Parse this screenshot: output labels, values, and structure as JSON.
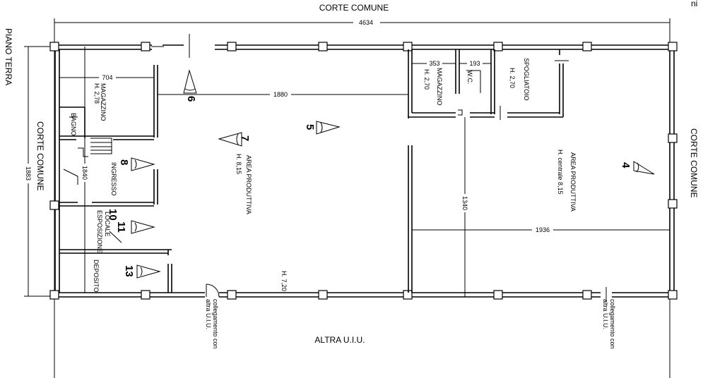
{
  "labels": {
    "corte_top": "CORTE COMUNE",
    "corte_left": "CORTE COMUNE",
    "corte_right": "CORTE COMUNE",
    "piano_terra": "PIANO TERRA",
    "altra_uiu": "ALTRA U.I.U.",
    "corner": "ni"
  },
  "dimensions": {
    "overall_width": "4634",
    "overall_height": "1883",
    "d704": "704",
    "d1880": "1880",
    "d353": "353",
    "d193": "193",
    "d1340": "1340",
    "d1936": "1936",
    "d1840": "1840"
  },
  "rooms": {
    "magazzino_left": "MAGAZZINO",
    "magazzino_left_h": "H. 2,78",
    "bagno": "BAGNO",
    "ingresso": "INGRESSO",
    "locale": "LOCALE",
    "esposizione": "ESPOSIZIONE",
    "deposito": "DEPOSITO",
    "area_produttiva_main": "AREA PRODUTTIVA",
    "area_produttiva_main_h": "H. 8,15",
    "h720": "H. 7,20",
    "magazzino_right": "MAGAZZINO",
    "magazzino_right_h": "H. 2,70",
    "wc": "W.C.",
    "spogliatoio": "SPOGLIATOIO",
    "spogliatoio_h": "H. 2,70",
    "area_produttiva_right": "AREA PRODUTTIVA",
    "area_produttiva_right_h": "H. centrale 8,15"
  },
  "collegamento": {
    "left": [
      "collegamento con",
      "altra U.I.U."
    ],
    "right": [
      "collegamento con",
      "altra U.I.U."
    ]
  },
  "views": [
    "4",
    "5",
    "6",
    "7",
    "8",
    "10",
    "11",
    "13"
  ]
}
